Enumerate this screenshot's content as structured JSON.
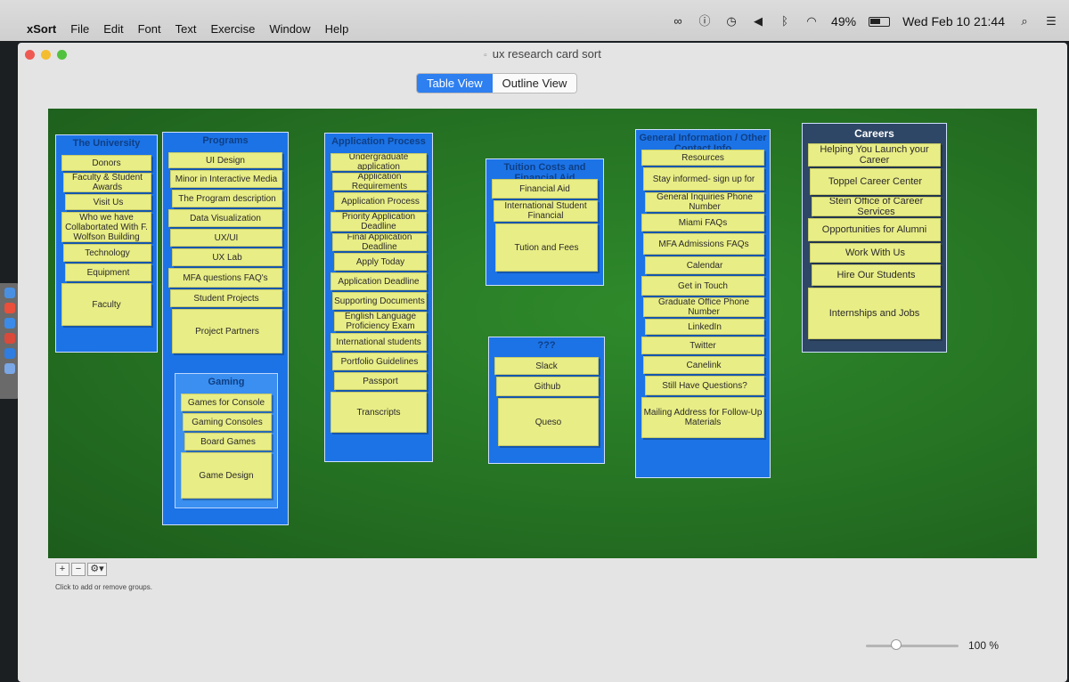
{
  "menubar": {
    "app_name": "xSort",
    "menus": [
      "File",
      "Edit",
      "Font",
      "Text",
      "Exercise",
      "Window",
      "Help"
    ],
    "battery": "49%",
    "battery_fill": 0.49,
    "datetime": "Wed Feb 10  21:44"
  },
  "window": {
    "title": "ux research card sort",
    "views": [
      "Table View",
      "Outline View"
    ],
    "active_view": "Table View"
  },
  "groups": [
    {
      "id": "g1",
      "title": "The University",
      "cards": [
        "Donors",
        "Faculty & Student Awards",
        "Visit Us",
        "Who we have Collabortated With F. Wolfson Building",
        "Technology",
        "Equipment",
        "Faculty"
      ]
    },
    {
      "id": "g2",
      "title": "Programs",
      "cards": [
        "UI Design",
        "Minor in Interactive Media",
        "The Program description",
        "Data Visualization",
        "UX/UI",
        "UX Lab",
        "MFA questions FAQ's",
        "Student Projects",
        "Project Partners"
      ]
    },
    {
      "id": "g2sub",
      "title": "Gaming",
      "cards": [
        "Games for Console",
        "Gaming Consoles",
        "Board Games",
        "Game Design"
      ]
    },
    {
      "id": "g3",
      "title": "Application Process",
      "cards": [
        "Undergraduate application",
        "Application Requirements",
        "Application Process",
        "Priority Application Deadline",
        "Final Application Deadline",
        "Apply Today",
        "Application Deadline",
        "Supporting Documents",
        "English Language Proficiency Exam",
        "International students",
        "Portfolio Guidelines",
        "Passport",
        "Transcripts"
      ]
    },
    {
      "id": "g4",
      "title": "Tuition Costs and Financial Aid",
      "cards": [
        "Financial Aid",
        "International Student Financial",
        "Tution and Fees"
      ]
    },
    {
      "id": "g5",
      "title": "???",
      "cards": [
        "Slack",
        "Github",
        "Queso"
      ]
    },
    {
      "id": "g6",
      "title": "General Information / Other Contact Info",
      "cards": [
        "Resources",
        "Stay informed- sign up for",
        "General Inquiries Phone Number",
        "Miami FAQs",
        "MFA Admissions FAQs",
        "Calendar",
        "Get in Touch",
        "Graduate Office Phone Number",
        "LinkedIn",
        "Twitter",
        "Canelink",
        "Still Have Questions?",
        "Mailing Address for Follow-Up Materials"
      ]
    },
    {
      "id": "g7",
      "title": "Careers",
      "cards": [
        "Helping You Launch your Career",
        "Toppel Career Center",
        "Stein Office of Career Services",
        "Opportunities for Alumni",
        "Work With Us",
        "Hire Our Students",
        "Internships and Jobs"
      ]
    }
  ],
  "footer": {
    "add_label": "+",
    "remove_label": "−",
    "gear_label": "⚙▾",
    "hint": "Click to add or remove groups.",
    "zoom_level": "100 %",
    "zoom_fraction": 0.3
  }
}
